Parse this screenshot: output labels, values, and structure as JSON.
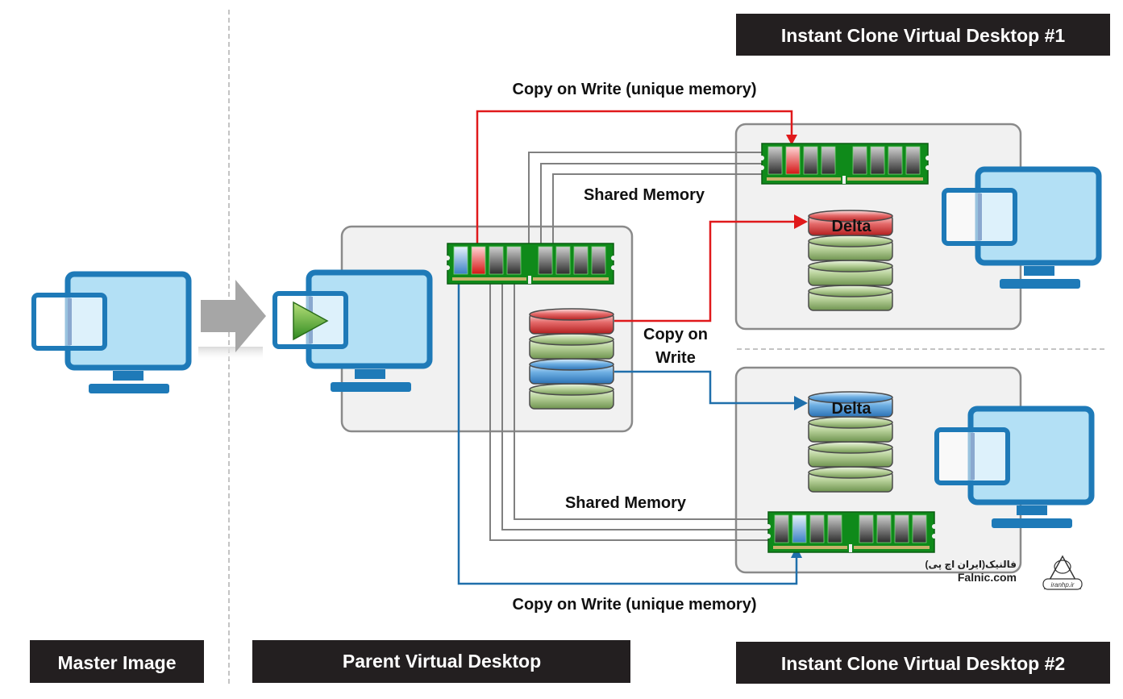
{
  "labels": {
    "master_image": "Master Image",
    "parent_desktop": "Parent Virtual Desktop",
    "clone1": "Instant Clone Virtual Desktop #1",
    "clone2": "Instant Clone Virtual Desktop #2"
  },
  "annotations": {
    "cow_unique_top": "Copy on Write (unique memory)",
    "cow_unique_bottom": "Copy on Write (unique memory)",
    "shared_memory_top": "Shared Memory",
    "shared_memory_bottom": "Shared Memory",
    "cow_disk_line1": "Copy on",
    "cow_disk_line2": "Write"
  },
  "disks": {
    "clone1_delta": "Delta",
    "clone2_delta": "Delta"
  },
  "watermark": {
    "persian": "فالنیک(ایران اچ پی)",
    "site": "Falnic.com",
    "badge": "iranhp.ir"
  },
  "colors": {
    "label_bar": "#231f20",
    "monitor_blue": "#1e7ab8",
    "screen_fill": "#b3e0f5",
    "cow_red": "#e0191b",
    "cow_blue": "#1f6fab",
    "shared_gray": "#808080",
    "panel_fill": "#f1f1f1",
    "ram_green": "#0f8a1a",
    "arrow_gray": "#a6a6a6"
  }
}
